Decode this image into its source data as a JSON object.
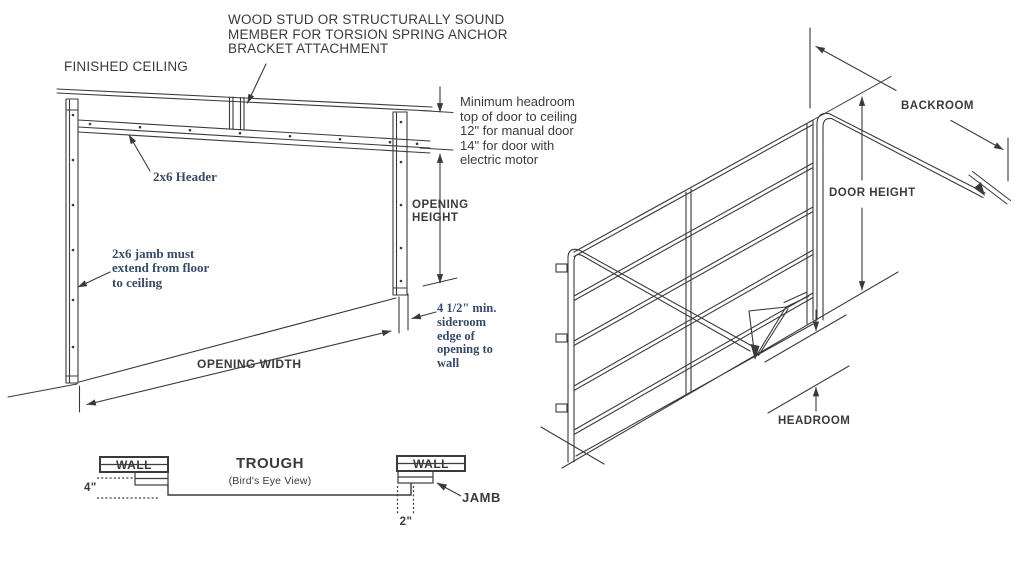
{
  "page": {
    "background": "#ffffff"
  },
  "colors": {
    "line": "#3a3a3a",
    "sans_text": "#3b3b3b",
    "serif_text": "#374a66"
  },
  "left_diagram": {
    "stud_note": [
      "WOOD STUD OR STRUCTURALLY SOUND",
      "MEMBER FOR TORSION SPRING ANCHOR",
      "BRACKET ATTACHMENT"
    ],
    "finished_ceiling_label": "FINISHED CEILING",
    "headroom_note": [
      "Minimum headroom",
      "top of door to ceiling",
      "12\" for manual door",
      "14\" for door with",
      "electric motor"
    ],
    "header_label": "2x6 Header",
    "jamb_note": [
      "2x6 jamb must",
      "extend from floor",
      "to ceiling"
    ],
    "opening_height_label": [
      "OPENING",
      "HEIGHT"
    ],
    "opening_width_label": "OPENING WIDTH",
    "sideroom_note": [
      "4 1/2\" min.",
      "sideroom",
      "edge of",
      "opening to",
      "wall"
    ]
  },
  "trough_diagram": {
    "title": "TROUGH",
    "subtitle": "(Bird's Eye View)",
    "wall_left_label": "WALL",
    "wall_right_label": "WALL",
    "jamb_label": "JAMB",
    "left_dim": "4\"",
    "bottom_dim": "2\""
  },
  "right_diagram": {
    "backroom_label": "BACKROOM",
    "door_height_label": "DOOR HEIGHT",
    "headroom_label": "HEADROOM"
  }
}
